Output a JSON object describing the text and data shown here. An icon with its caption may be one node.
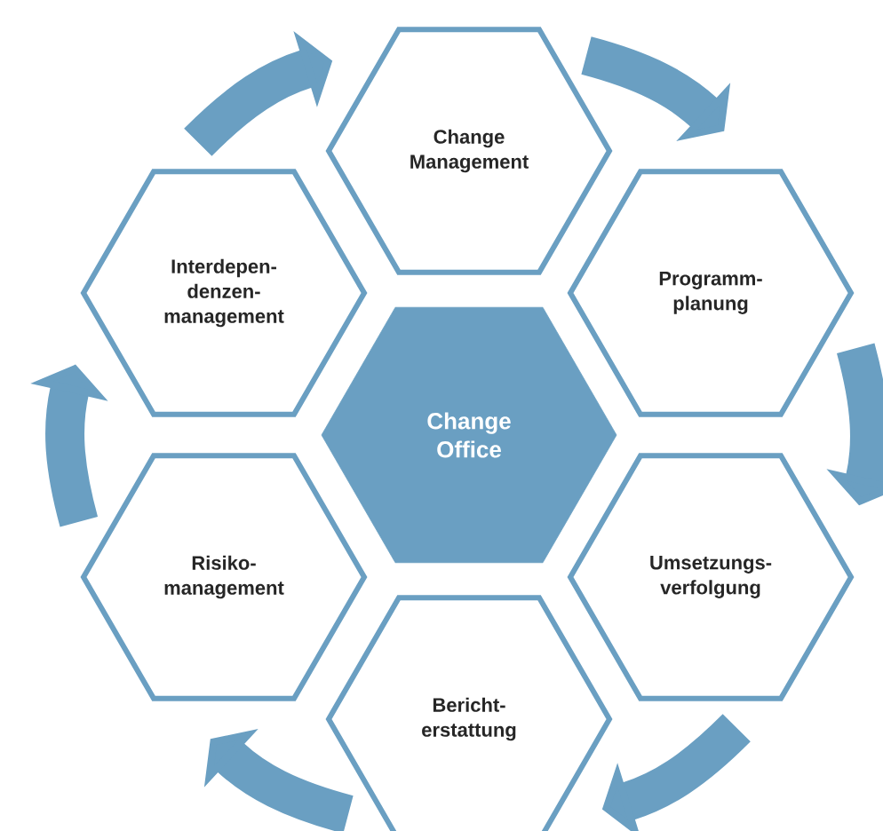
{
  "diagram": {
    "nodes": [
      {
        "text": [
          "Change Office"
        ]
      },
      {
        "text": [
          "Change Management"
        ]
      },
      {
        "text": [
          "Programm- planung"
        ]
      },
      {
        "text": [
          "Umsetzungs- verfolgung"
        ]
      },
      {
        "text": [
          "Bericht- erstattung"
        ]
      },
      {
        "text": [
          "Risiko- management"
        ]
      },
      {
        "text": [
          "Interdepen- denzen- management"
        ]
      }
    ],
    "edges": [
      {
        "from": 6,
        "to": 1,
        "arrow": "to"
      },
      {
        "from": 1,
        "to": 2,
        "arrow": "to"
      },
      {
        "from": 2,
        "to": 3,
        "arrow": "to"
      },
      {
        "from": 3,
        "to": 4,
        "arrow": "to"
      },
      {
        "from": 4,
        "to": 5,
        "arrow": "to"
      },
      {
        "from": 5,
        "to": 6,
        "arrow": "to"
      }
    ]
  }
}
